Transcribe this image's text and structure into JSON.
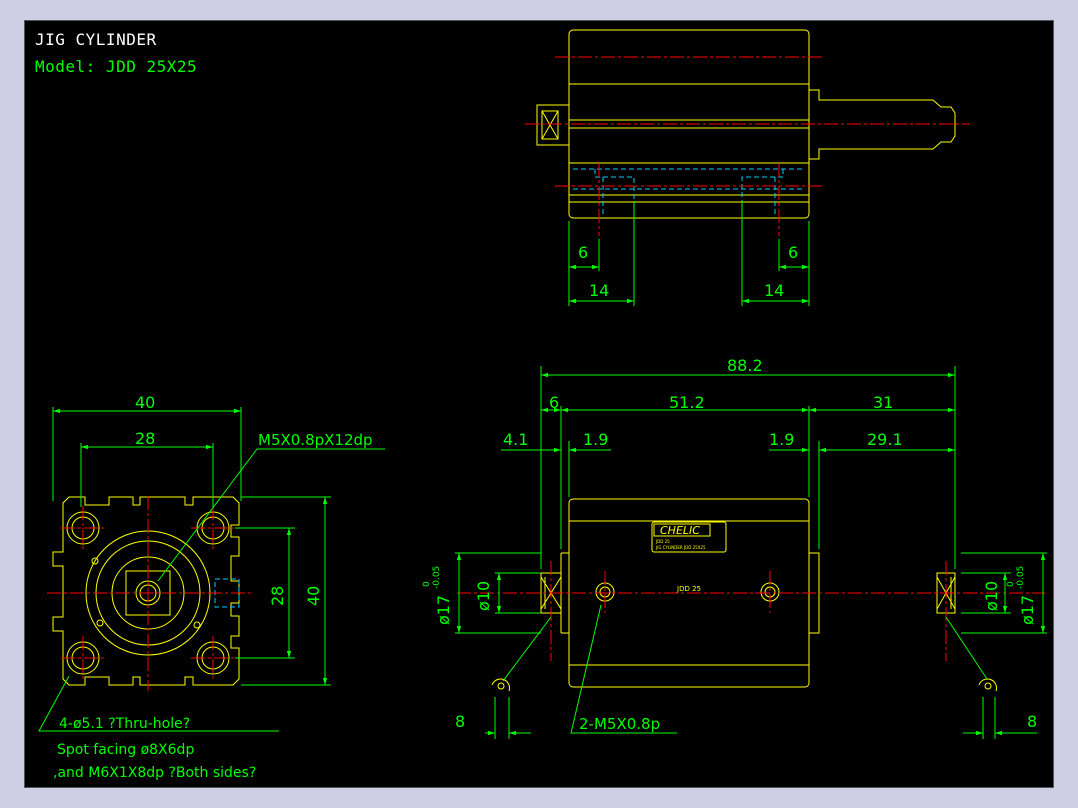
{
  "title_block": {
    "title": "JIG CYLINDER",
    "model": "Model:  JDD 25X25"
  },
  "top_view": {
    "dims": [
      "6",
      "6",
      "14",
      "14"
    ]
  },
  "end_view": {
    "dims": [
      "40",
      "28",
      "28",
      "40"
    ],
    "callout_thread": "M5X0.8pX12dp",
    "callout_holes_1": "4-ø5.1 ?Thru-hole?",
    "callout_holes_2": "Spot facing  ø8X6dp",
    "callout_holes_3": ",and M6X1X8dp ?Both sides?"
  },
  "side_view": {
    "dims": [
      "88.2",
      "6",
      "51.2",
      "31",
      "4.1",
      "1.9",
      "1.9",
      "29.1",
      "8",
      "8"
    ],
    "dia_rod": "ø10",
    "dia_rod_r": "ø10",
    "dia_bore": "ø17",
    "tol_upper": "0",
    "tol_lower": "-0.05",
    "port_callout": "2-M5X0.8p",
    "nameplate_brand": "CHELIC",
    "nameplate_line1": "JDD 25",
    "nameplate_line2": "JIG CYLINDER JDD 25X25",
    "body_label": "JDD 25"
  },
  "colors": {
    "background": "#000000",
    "outline": "#ffff00",
    "dimension": "#00ff00",
    "centerline": "#ff0000",
    "hidden": "#00ccff",
    "text_title": "#ffffff"
  }
}
